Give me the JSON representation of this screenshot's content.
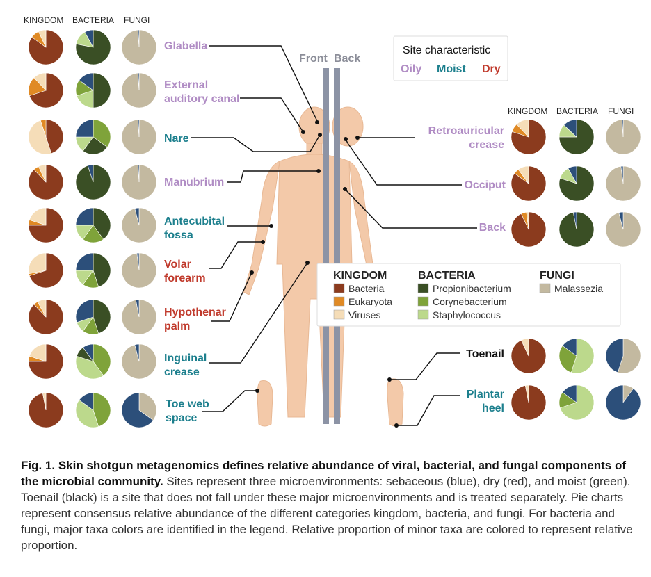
{
  "colors": {
    "bacteria": "#8b3b1e",
    "eukaryota": "#e08a25",
    "viruses": "#f5ddb8",
    "propionibacterium": "#3a4f25",
    "corynebacterium": "#7fa33a",
    "staphylococcus": "#bcd98c",
    "malassezia": "#c3b9a0",
    "oily": "#b08cc4",
    "moist": "#1c7f8d",
    "dry": "#c0392b",
    "body": "#f3c9a9",
    "bar": "#8c93a5"
  },
  "column_headers": {
    "kingdom": "KINGDOM",
    "bacteria": "BACTERIA",
    "fungi": "FUNGI"
  },
  "body_labels": {
    "front": "Front",
    "back": "Back"
  },
  "site_characteristic": {
    "title": "Site characteristic",
    "oily": "Oily",
    "moist": "Moist",
    "dry": "Dry"
  },
  "legend": {
    "kingdom": {
      "title": "KINGDOM",
      "items": [
        "Bacteria",
        "Eukaryota",
        "Viruses"
      ]
    },
    "bacteria": {
      "title": "BACTERIA",
      "items": [
        "Propionibacterium",
        "Corynebacterium",
        "Staphylococcus"
      ]
    },
    "fungi": {
      "title": "FUNGI",
      "items": [
        "Malassezia"
      ]
    }
  },
  "sites": {
    "glabella": {
      "label": [
        "Glabella"
      ],
      "type": "oily"
    },
    "ext": {
      "label": [
        "External",
        "auditory canal"
      ],
      "type": "oily"
    },
    "nare": {
      "label": [
        "Nare"
      ],
      "type": "moist"
    },
    "manubrium": {
      "label": [
        "Manubrium"
      ],
      "type": "oily"
    },
    "antecubital": {
      "label": [
        "Antecubital",
        "fossa"
      ],
      "type": "moist"
    },
    "volar": {
      "label": [
        "Volar",
        "forearm"
      ],
      "type": "dry"
    },
    "hypothenar": {
      "label": [
        "Hypothenar",
        "palm"
      ],
      "type": "dry"
    },
    "inguinal": {
      "label": [
        "Inguinal",
        "crease"
      ],
      "type": "moist"
    },
    "toeweb": {
      "label": [
        "Toe web",
        "space"
      ],
      "type": "moist"
    },
    "retro": {
      "label": [
        "Retroauricular",
        "crease"
      ],
      "type": "oily"
    },
    "occiput": {
      "label": [
        "Occiput"
      ],
      "type": "oily"
    },
    "back": {
      "label": [
        "Back"
      ],
      "type": "oily"
    },
    "toenail": {
      "label": [
        "Toenail"
      ],
      "type": "black"
    },
    "plantar": {
      "label": [
        "Plantar",
        "heel"
      ],
      "type": "moist"
    }
  },
  "chart_data": {
    "type": "pie",
    "unit": "relative proportion",
    "sites": [
      {
        "site": "Glabella",
        "kingdom": [
          [
            "Bacteria",
            0.85
          ],
          [
            "Eukaryota",
            0.08
          ],
          [
            "Viruses",
            0.07
          ]
        ],
        "bacteria": [
          [
            "Propionibacterium",
            0.78
          ],
          [
            "Staphylococcus",
            0.14
          ],
          [
            "Other",
            0.08
          ]
        ],
        "fungi": [
          [
            "Malassezia",
            0.99
          ],
          [
            "Other",
            0.01
          ]
        ]
      },
      {
        "site": "External auditory canal",
        "kingdom": [
          [
            "Bacteria",
            0.7
          ],
          [
            "Eukaryota",
            0.18
          ],
          [
            "Viruses",
            0.12
          ]
        ],
        "bacteria": [
          [
            "Propionibacterium",
            0.5
          ],
          [
            "Staphylococcus",
            0.2
          ],
          [
            "Corynebacterium",
            0.15
          ],
          [
            "Other",
            0.15
          ]
        ],
        "fungi": [
          [
            "Malassezia",
            0.99
          ],
          [
            "Other",
            0.01
          ]
        ]
      },
      {
        "site": "Nare",
        "kingdom": [
          [
            "Bacteria",
            0.45
          ],
          [
            "Viruses",
            0.5
          ],
          [
            "Eukaryota",
            0.05
          ]
        ],
        "bacteria": [
          [
            "Corynebacterium",
            0.35
          ],
          [
            "Propionibacterium",
            0.25
          ],
          [
            "Staphylococcus",
            0.15
          ],
          [
            "Other",
            0.25
          ]
        ],
        "fungi": [
          [
            "Malassezia",
            0.99
          ],
          [
            "Other",
            0.01
          ]
        ]
      },
      {
        "site": "Manubrium",
        "kingdom": [
          [
            "Bacteria",
            0.88
          ],
          [
            "Eukaryota",
            0.05
          ],
          [
            "Viruses",
            0.07
          ]
        ],
        "bacteria": [
          [
            "Propionibacterium",
            0.95
          ],
          [
            "Other",
            0.05
          ]
        ],
        "fungi": [
          [
            "Malassezia",
            0.99
          ],
          [
            "Other",
            0.01
          ]
        ]
      },
      {
        "site": "Antecubital fossa",
        "kingdom": [
          [
            "Bacteria",
            0.75
          ],
          [
            "Eukaryota",
            0.05
          ],
          [
            "Viruses",
            0.2
          ]
        ],
        "bacteria": [
          [
            "Propionibacterium",
            0.4
          ],
          [
            "Corynebacterium",
            0.2
          ],
          [
            "Staphylococcus",
            0.15
          ],
          [
            "Other",
            0.25
          ]
        ],
        "fungi": [
          [
            "Malassezia",
            0.96
          ],
          [
            "Other",
            0.04
          ]
        ]
      },
      {
        "site": "Volar forearm",
        "kingdom": [
          [
            "Bacteria",
            0.7
          ],
          [
            "Eukaryota",
            0.02
          ],
          [
            "Viruses",
            0.28
          ]
        ],
        "bacteria": [
          [
            "Propionibacterium",
            0.45
          ],
          [
            "Corynebacterium",
            0.15
          ],
          [
            "Staphylococcus",
            0.15
          ],
          [
            "Other",
            0.25
          ]
        ],
        "fungi": [
          [
            "Malassezia",
            0.98
          ],
          [
            "Other",
            0.02
          ]
        ]
      },
      {
        "site": "Hypothenar palm",
        "kingdom": [
          [
            "Bacteria",
            0.88
          ],
          [
            "Eukaryota",
            0.04
          ],
          [
            "Viruses",
            0.08
          ]
        ],
        "bacteria": [
          [
            "Propionibacterium",
            0.45
          ],
          [
            "Corynebacterium",
            0.15
          ],
          [
            "Staphylococcus",
            0.1
          ],
          [
            "Other",
            0.3
          ]
        ],
        "fungi": [
          [
            "Malassezia",
            0.97
          ],
          [
            "Other",
            0.03
          ]
        ]
      },
      {
        "site": "Inguinal crease",
        "kingdom": [
          [
            "Bacteria",
            0.75
          ],
          [
            "Eukaryota",
            0.05
          ],
          [
            "Viruses",
            0.2
          ]
        ],
        "bacteria": [
          [
            "Corynebacterium",
            0.4
          ],
          [
            "Staphylococcus",
            0.4
          ],
          [
            "Propionibacterium",
            0.1
          ],
          [
            "Other",
            0.1
          ]
        ],
        "fungi": [
          [
            "Malassezia",
            0.96
          ],
          [
            "Other",
            0.04
          ]
        ]
      },
      {
        "site": "Toe web space",
        "kingdom": [
          [
            "Bacteria",
            0.97
          ],
          [
            "Viruses",
            0.03
          ]
        ],
        "bacteria": [
          [
            "Corynebacterium",
            0.45
          ],
          [
            "Staphylococcus",
            0.4
          ],
          [
            "Other",
            0.15
          ]
        ],
        "fungi": [
          [
            "Malassezia",
            0.35
          ],
          [
            "Other",
            0.65
          ]
        ]
      },
      {
        "site": "Retroauricular crease",
        "kingdom": [
          [
            "Bacteria",
            0.8
          ],
          [
            "Eukaryota",
            0.08
          ],
          [
            "Viruses",
            0.12
          ]
        ],
        "bacteria": [
          [
            "Propionibacterium",
            0.75
          ],
          [
            "Staphylococcus",
            0.12
          ],
          [
            "Other",
            0.13
          ]
        ],
        "fungi": [
          [
            "Malassezia",
            0.99
          ],
          [
            "Other",
            0.01
          ]
        ]
      },
      {
        "site": "Occiput",
        "kingdom": [
          [
            "Bacteria",
            0.85
          ],
          [
            "Eukaryota",
            0.05
          ],
          [
            "Viruses",
            0.1
          ]
        ],
        "bacteria": [
          [
            "Propionibacterium",
            0.8
          ],
          [
            "Staphylococcus",
            0.12
          ],
          [
            "Other",
            0.08
          ]
        ],
        "fungi": [
          [
            "Malassezia",
            0.98
          ],
          [
            "Other",
            0.02
          ]
        ]
      },
      {
        "site": "Back",
        "kingdom": [
          [
            "Bacteria",
            0.93
          ],
          [
            "Eukaryota",
            0.05
          ],
          [
            "Viruses",
            0.02
          ]
        ],
        "bacteria": [
          [
            "Propionibacterium",
            0.97
          ],
          [
            "Other",
            0.03
          ]
        ],
        "fungi": [
          [
            "Malassezia",
            0.96
          ],
          [
            "Other",
            0.04
          ]
        ]
      },
      {
        "site": "Toenail",
        "kingdom": [
          [
            "Bacteria",
            0.93
          ],
          [
            "Viruses",
            0.07
          ]
        ],
        "bacteria": [
          [
            "Staphylococcus",
            0.55
          ],
          [
            "Corynebacterium",
            0.3
          ],
          [
            "Other",
            0.15
          ]
        ],
        "fungi": [
          [
            "Malassezia",
            0.55
          ],
          [
            "Other",
            0.45
          ]
        ]
      },
      {
        "site": "Plantar heel",
        "kingdom": [
          [
            "Bacteria",
            0.97
          ],
          [
            "Viruses",
            0.03
          ]
        ],
        "bacteria": [
          [
            "Staphylococcus",
            0.7
          ],
          [
            "Corynebacterium",
            0.15
          ],
          [
            "Other",
            0.15
          ]
        ],
        "fungi": [
          [
            "Malassezia",
            0.1
          ],
          [
            "Other",
            0.9
          ]
        ]
      }
    ]
  },
  "caption": {
    "title": "Fig. 1. Skin shotgun metagenomics defines relative abundance of viral, bacterial, and fungal components of the microbial community.",
    "text": " Sites represent three microenvironments: sebaceous (blue), dry (red), and moist (green). Toenail (black) is a site that does not fall under these major microenvironments and is treated separately. Pie charts represent consensus relative abundance of the different categories kingdom, bacteria, and fungi. For bacteria and fungi, major taxa colors are identified in the legend. Relative proportion of minor taxa are colored to represent relative proportion."
  }
}
